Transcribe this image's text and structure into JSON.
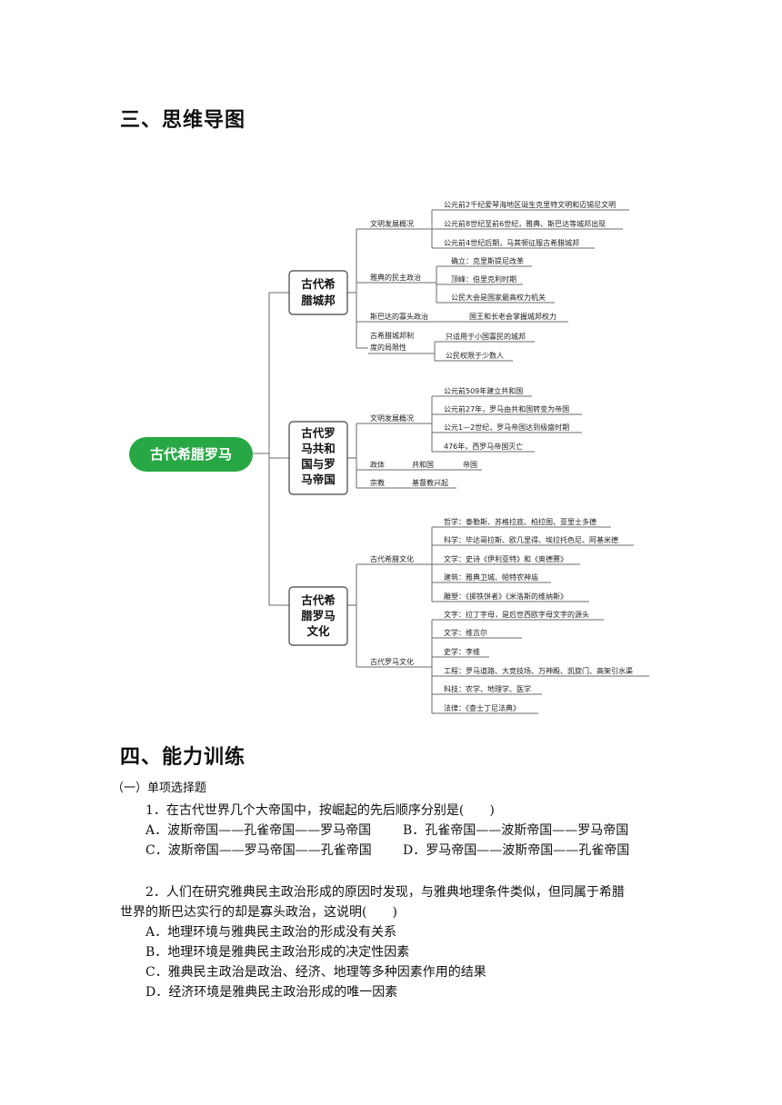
{
  "section3_title": "三、思维导图",
  "mindmap": {
    "root": "古代希腊罗马",
    "branch1": {
      "title": [
        "古代希",
        "腊城邦"
      ],
      "cat1": "文明发展概况",
      "cat1_items": [
        "公元前2千纪爱琴海地区诞生克里特文明和迈锡尼文明",
        "公元前8世纪至前6世纪，雅典、斯巴达等城邦出现",
        "公元前4世纪后期，马其顿征服古希腊城邦"
      ],
      "cat2": "雅典的民主政治",
      "cat2_items": [
        "确立：克里斯提尼改革",
        "顶峰：伯里克利时期",
        "公民大会是国家最高权力机关"
      ],
      "cat3": "斯巴达的寡头政治",
      "cat3_item": "国王和长老会掌握城邦权力",
      "cat4": [
        "古希腊城邦制",
        "度的局限性"
      ],
      "cat4_items": [
        "只适用于小国寡民的城邦",
        "公民权限于少数人"
      ]
    },
    "branch2": {
      "title": [
        "古代罗",
        "马共和",
        "国与罗",
        "马帝国"
      ],
      "cat1": "文明发展概况",
      "cat1_items": [
        "公元前509年建立共和国",
        "公元前27年，罗马由共和国转变为帝国",
        "公元1—2世纪，罗马帝国达到极盛时期",
        "476年，西罗马帝国灭亡"
      ],
      "cat2": "政体",
      "cat2_items": [
        "共和国",
        "帝国"
      ],
      "cat3": "宗教",
      "cat3_item": "基督教兴起"
    },
    "branch3": {
      "title": [
        "古代希",
        "腊罗马",
        "文化"
      ],
      "cat1": "古代希腊文化",
      "cat1_items": [
        "哲学：泰勒斯、苏格拉底、柏拉图、亚里士多德",
        "科学：毕达哥拉斯、欧几里得、埃拉托色尼、阿基米德",
        "文学：史诗《伊利亚特》和《奥德赛》",
        "建筑：雅典卫城、帕特农神庙",
        "雕塑：《掷铁饼者》《米洛斯的维纳斯》"
      ],
      "cat2": "古代罗马文化",
      "cat2_items": [
        "文字：拉丁字母，是后世西欧字母文字的源头",
        "文学：维吉尔",
        "史学：李维",
        "工程：罗马道路、大竞技场、万神殿、凯旋门、高架引水渠",
        "科技：农学、地理学、医学",
        "法律：《查士丁尼法典》"
      ]
    }
  },
  "section4_title": "四、能力训练",
  "subsection": "（一）单项选择题",
  "q1": {
    "stem": "1．在古代世界几个大帝国中，按崛起的先后顺序分别是(　　)",
    "optA": "A．波斯帝国——孔雀帝国——罗马帝国",
    "optB": "B．孔雀帝国——波斯帝国——罗马帝国",
    "optC": "C．波斯帝国——罗马帝国——孔雀帝国",
    "optD": "D．罗马帝国——波斯帝国——孔雀帝国"
  },
  "q2": {
    "stem1": "2．人们在研究雅典民主政治形成的原因时发现，与雅典地理条件类似，但同属于希腊",
    "stem2": "世界的斯巴达实行的却是寡头政治，这说明(　　)",
    "optA": "A．地理环境与雅典民主政治的形成没有关系",
    "optB": "B．地理环境是雅典民主政治形成的决定性因素",
    "optC": "C．雅典民主政治是政治、经济、地理等多种因素作用的结果",
    "optD": "D．经济环境是雅典民主政治形成的唯一因素"
  },
  "colors": {
    "root_green": "#27a844",
    "line": "#6b6b6b"
  }
}
